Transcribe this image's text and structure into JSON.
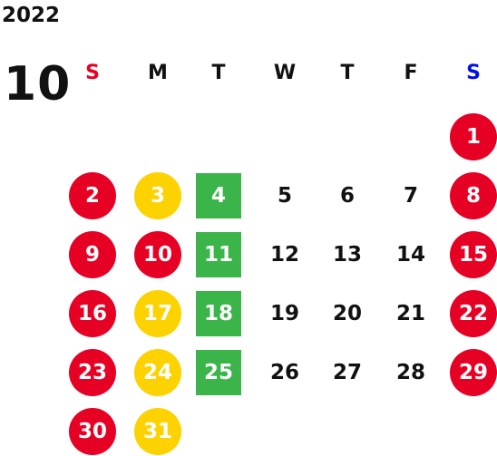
{
  "year": "2022",
  "month": "10",
  "colors": {
    "red": "#e60024",
    "yellow": "#fcd200",
    "green": "#3bb54a",
    "sunday_label": "#e60024",
    "saturday_label": "#0010e6"
  },
  "weekdays": [
    "S",
    "M",
    "T",
    "W",
    "T",
    "F",
    "S"
  ],
  "weeks": [
    [
      null,
      null,
      null,
      null,
      null,
      null,
      {
        "day": "1",
        "style": "red"
      }
    ],
    [
      {
        "day": "2",
        "style": "red"
      },
      {
        "day": "3",
        "style": "yellow"
      },
      {
        "day": "4",
        "style": "green"
      },
      {
        "day": "5",
        "style": "plain"
      },
      {
        "day": "6",
        "style": "plain"
      },
      {
        "day": "7",
        "style": "plain"
      },
      {
        "day": "8",
        "style": "red"
      }
    ],
    [
      {
        "day": "9",
        "style": "red"
      },
      {
        "day": "10",
        "style": "red"
      },
      {
        "day": "11",
        "style": "green"
      },
      {
        "day": "12",
        "style": "plain"
      },
      {
        "day": "13",
        "style": "plain"
      },
      {
        "day": "14",
        "style": "plain"
      },
      {
        "day": "15",
        "style": "red"
      }
    ],
    [
      {
        "day": "16",
        "style": "red"
      },
      {
        "day": "17",
        "style": "yellow"
      },
      {
        "day": "18",
        "style": "green"
      },
      {
        "day": "19",
        "style": "plain"
      },
      {
        "day": "20",
        "style": "plain"
      },
      {
        "day": "21",
        "style": "plain"
      },
      {
        "day": "22",
        "style": "red"
      }
    ],
    [
      {
        "day": "23",
        "style": "red"
      },
      {
        "day": "24",
        "style": "yellow"
      },
      {
        "day": "25",
        "style": "green"
      },
      {
        "day": "26",
        "style": "plain"
      },
      {
        "day": "27",
        "style": "plain"
      },
      {
        "day": "28",
        "style": "plain"
      },
      {
        "day": "29",
        "style": "red"
      }
    ],
    [
      {
        "day": "30",
        "style": "red"
      },
      {
        "day": "31",
        "style": "yellow"
      },
      null,
      null,
      null,
      null,
      null
    ]
  ]
}
